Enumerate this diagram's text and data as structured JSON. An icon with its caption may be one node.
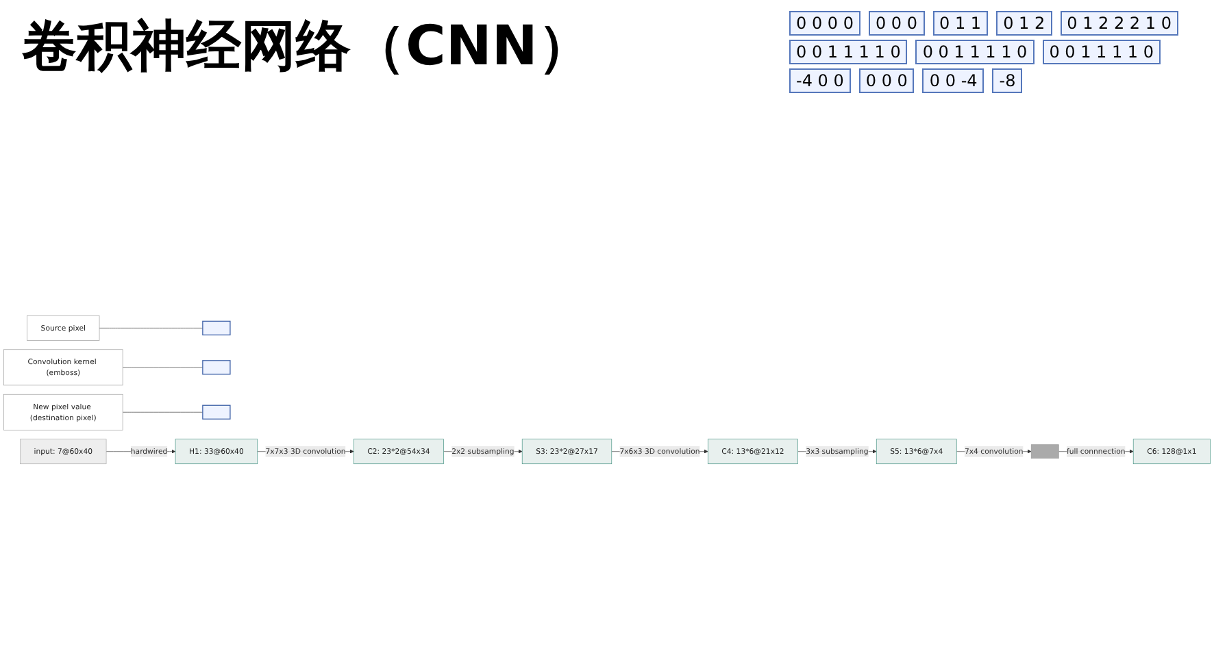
{
  "diagram": {
    "title": "卷积神经网络（CNN）",
    "nodes": [
      {
        "text": [
          "Source pixel"
        ]
      },
      {
        "text": [],
        "shape": "box"
      },
      {
        "text": [
          "Convolution kernel (emboss)"
        ]
      },
      {
        "text": [],
        "shape": "box"
      },
      {
        "text": [
          "New pixel value (destination pixel)"
        ]
      },
      {
        "text": [],
        "shape": "box"
      },
      {
        "text": [
          "input: 7@60x40"
        ]
      },
      {
        "text": [
          "H1: 33@60x40"
        ]
      },
      {
        "text": [
          "C2: 23*2@54x34"
        ]
      },
      {
        "text": [
          "S3: 23*2@27x17"
        ]
      },
      {
        "text": [
          "C4: 13*6@21x12"
        ]
      },
      {
        "text": [
          "S5: 13*6@7x4"
        ]
      },
      {
        "text": [],
        "shape": "bar"
      },
      {
        "text": [
          "C6: 128@1x1"
        ]
      }
    ],
    "edges": [
      {
        "from": 0,
        "to": 1,
        "arrow": "none"
      },
      {
        "from": 2,
        "to": 3,
        "arrow": "none"
      },
      {
        "from": 4,
        "to": 5,
        "arrow": "none"
      },
      {
        "from": 6,
        "to": 7,
        "arrow": "to",
        "label": "hardwired"
      },
      {
        "from": 7,
        "to": 8,
        "arrow": "to",
        "label": "7x7x3 3D convolution"
      },
      {
        "from": 8,
        "to": 9,
        "arrow": "to",
        "label": "2x2 subsampling"
      },
      {
        "from": 9,
        "to": 10,
        "arrow": "to",
        "label": "7x6x3 3D convolution"
      },
      {
        "from": 10,
        "to": 11,
        "arrow": "to",
        "label": "3x3 subsampling"
      },
      {
        "from": 11,
        "to": 12,
        "arrow": "to",
        "label": "7x4 convolution"
      },
      {
        "from": 12,
        "to": 13,
        "arrow": "to",
        "label": "full connnection"
      }
    ],
    "labels": [
      "0 0 0 0",
      "0 0 0",
      "0 1 1",
      "0 1 2",
      "0 1 2 2 2 1 0",
      "0 0 1 1 1 1 0",
      "0 0 1 1 1 1 0",
      "0 0 1 1 1 1 0",
      "-4 0 0",
      "0 0 0",
      "0 0 -4",
      "-8"
    ]
  }
}
